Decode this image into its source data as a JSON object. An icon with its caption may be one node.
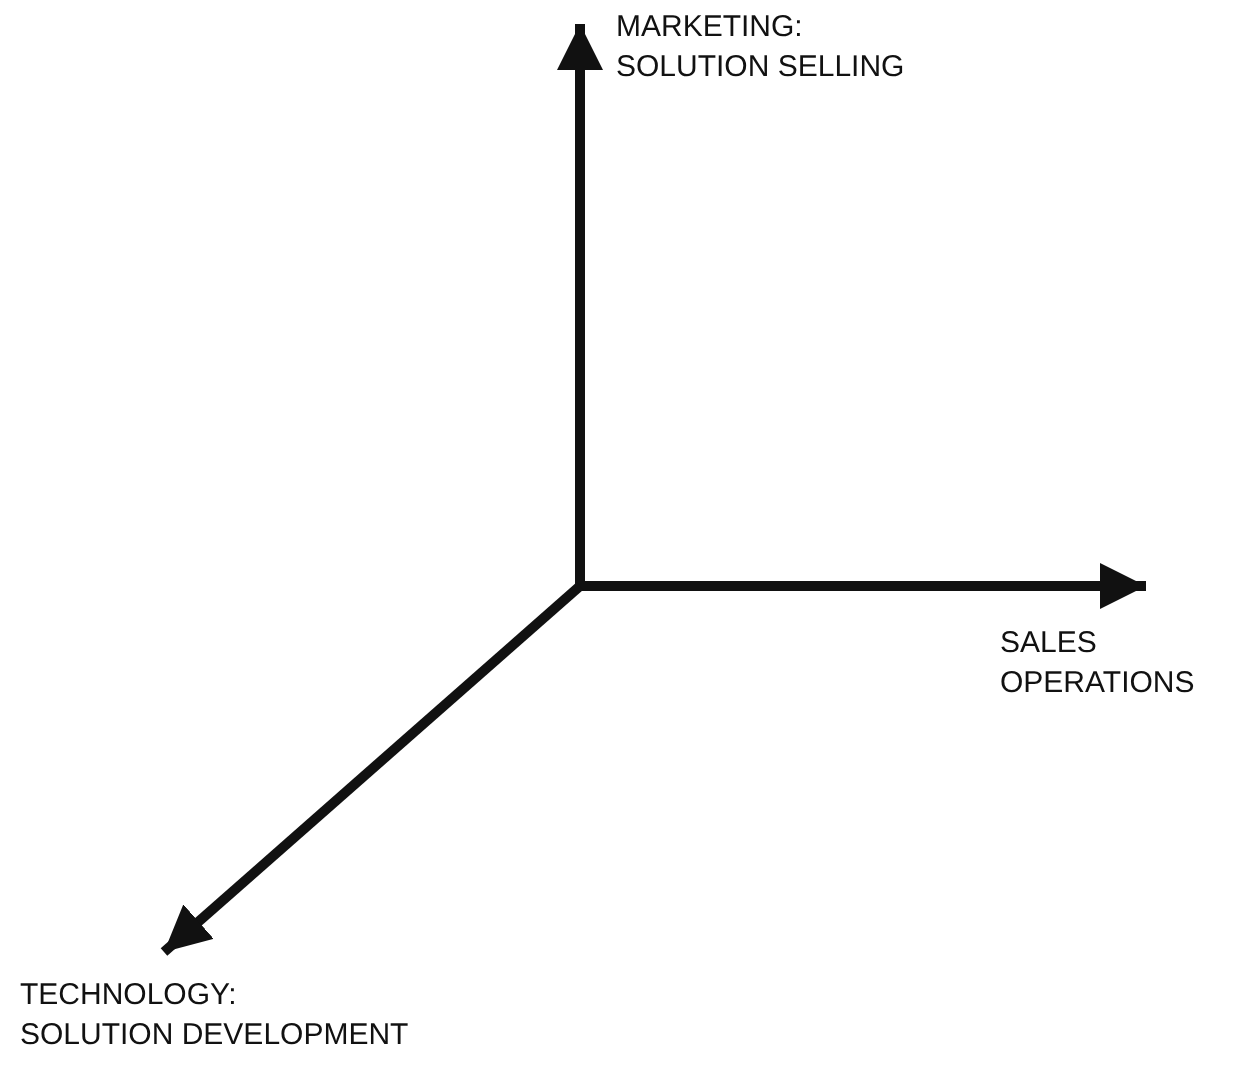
{
  "diagram": {
    "nodes": [
      {
        "text": [
          "MARKETING: SOLUTION SELLING"
        ]
      },
      {
        "text": [
          "SALES OPERATIONS"
        ]
      },
      {
        "text": [
          "TECHNOLOGY: SOLUTION DEVELOPMENT"
        ]
      }
    ],
    "edges": [
      {
        "from": null,
        "to": 0,
        "arrow": "to"
      },
      {
        "from": null,
        "to": 1,
        "arrow": "to"
      },
      {
        "from": null,
        "to": 2,
        "arrow": "to"
      }
    ]
  }
}
